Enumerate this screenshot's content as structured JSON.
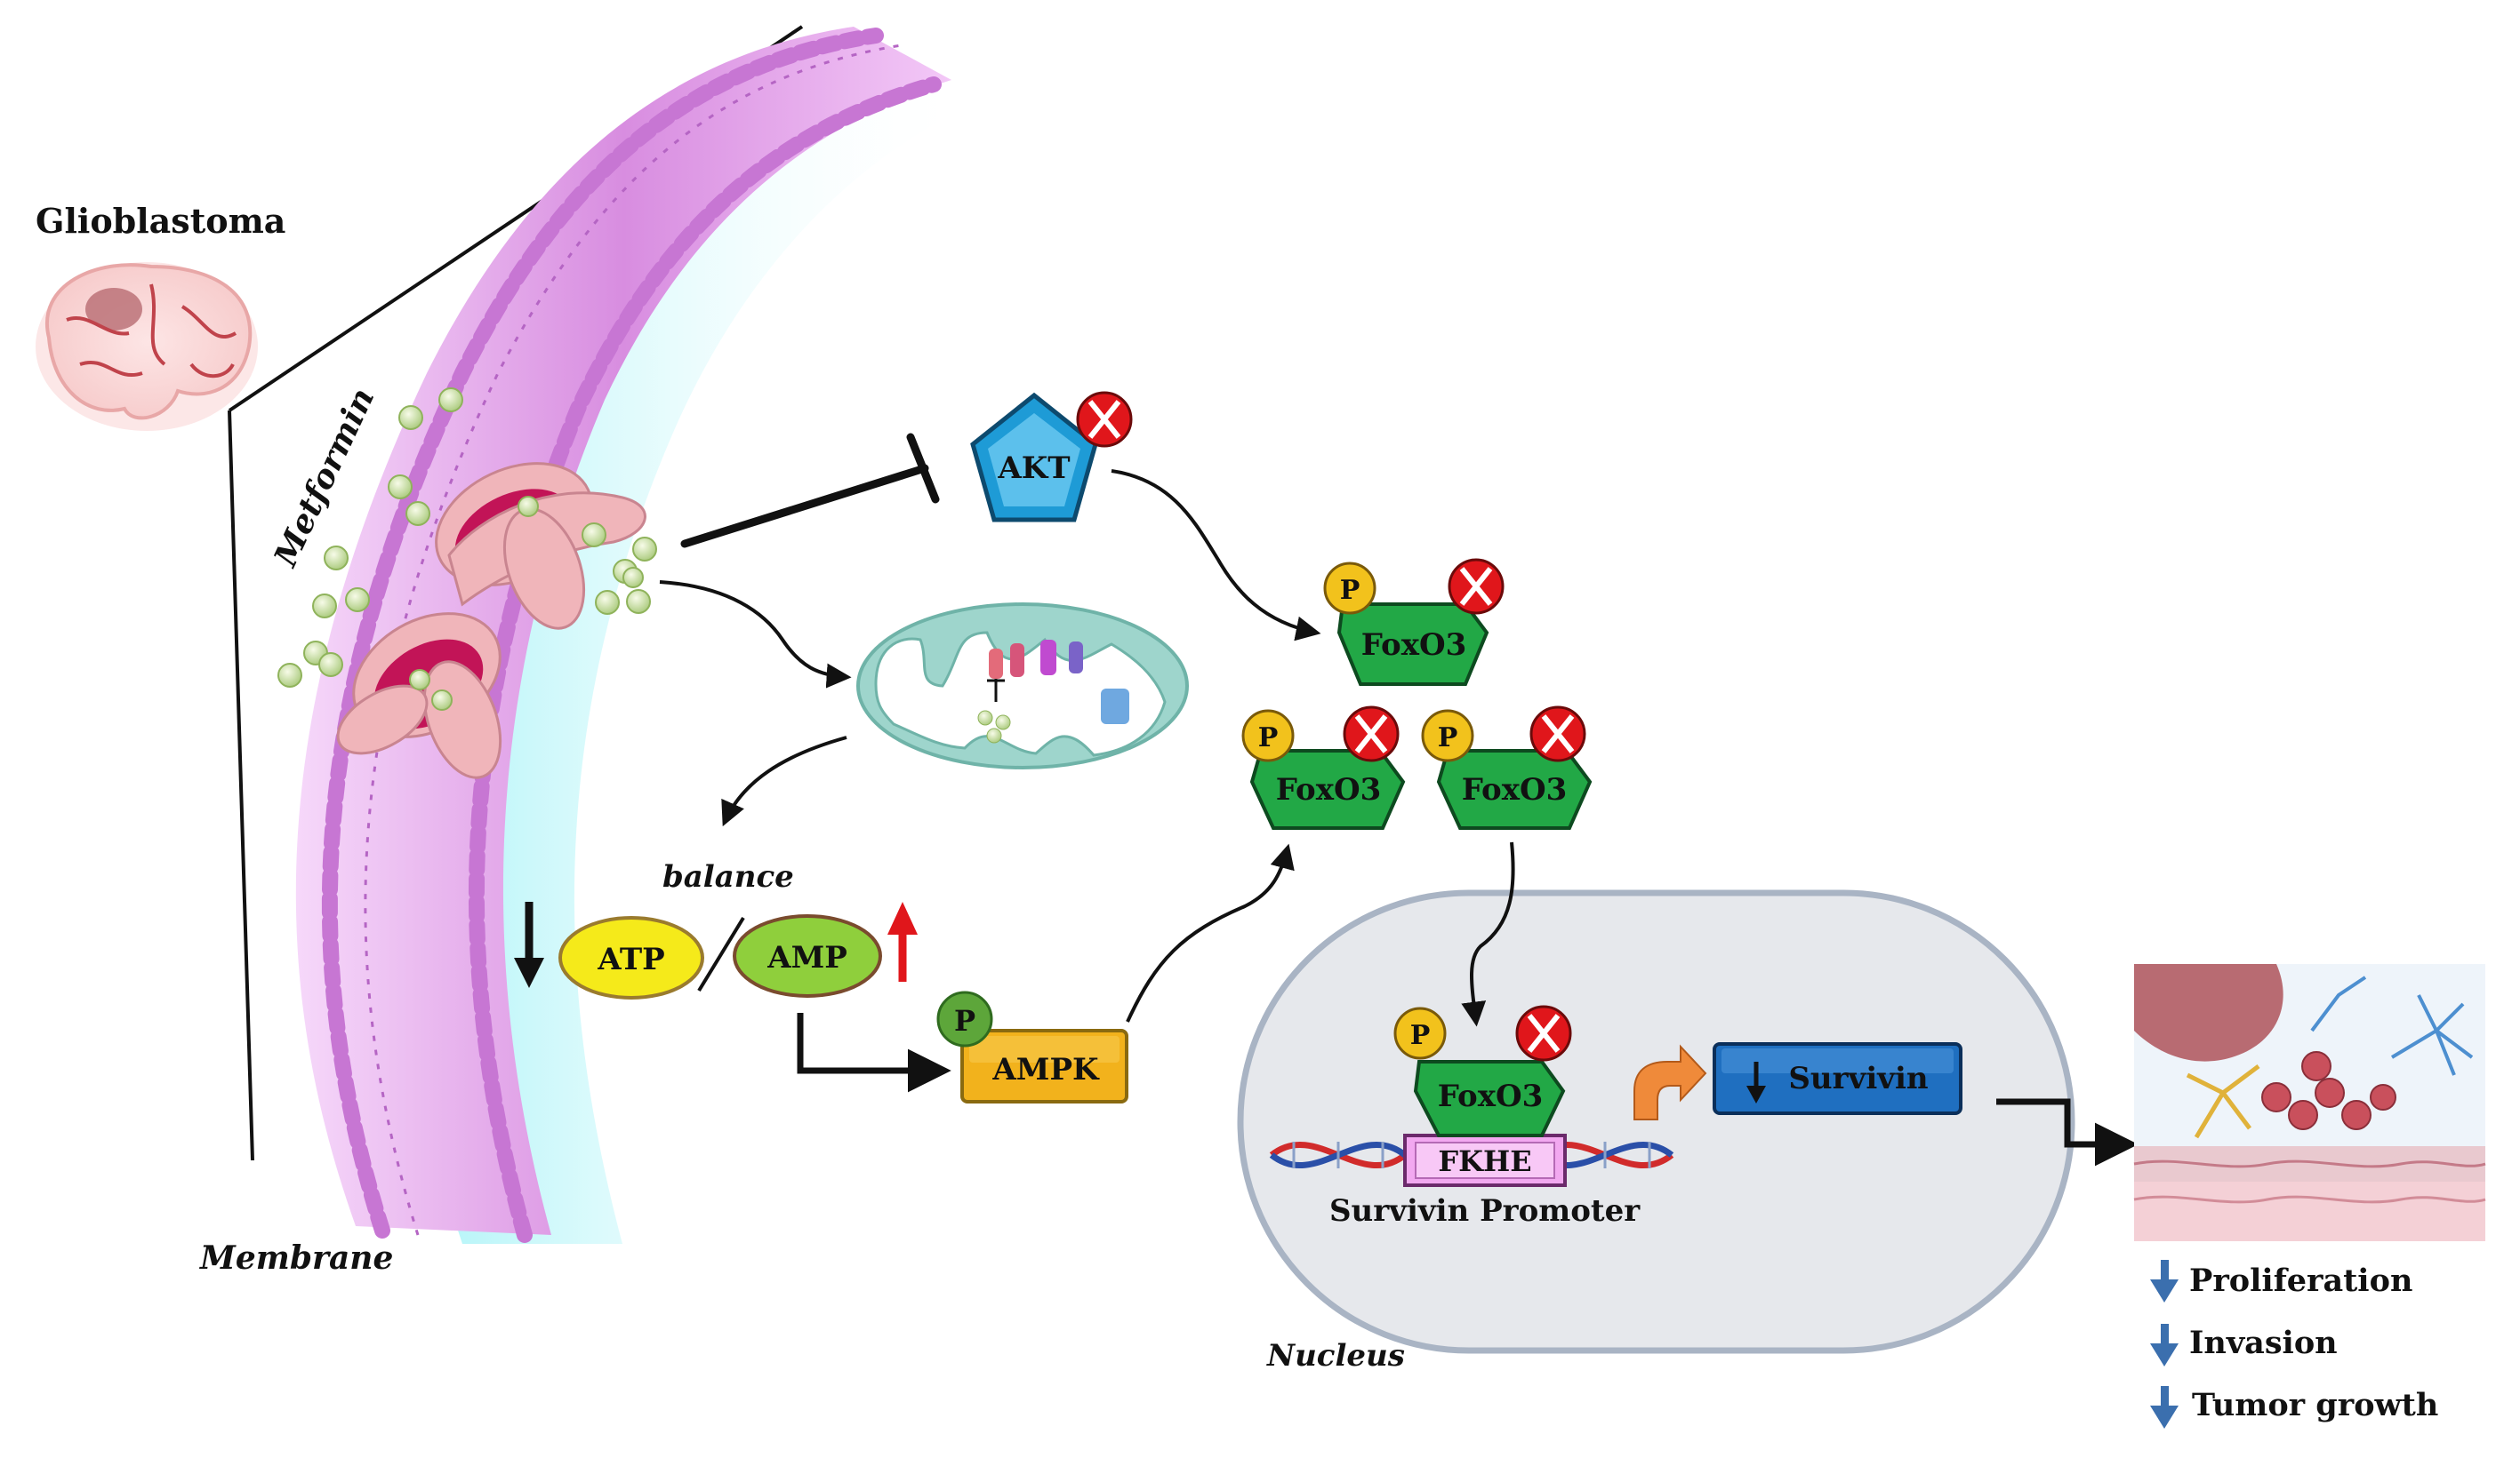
{
  "title": "Glioblastoma",
  "labels": {
    "metformin": "Metformin",
    "membrane": "Membrane",
    "balance": "balance",
    "nucleus": "Nucleus",
    "promoter": "Survivin Promoter"
  },
  "nodes": {
    "akt": "AKT",
    "foxo3_1": "FoxO3",
    "foxo3_2": "FoxO3",
    "foxo3_3": "FoxO3",
    "foxo3_nucleus": "FoxO3",
    "phospho": "P",
    "atp": "ATP",
    "amp": "AMP",
    "ampk": "AMPK",
    "fkhe": "FKHE",
    "survivin": "Survivin"
  },
  "outcomes": [
    {
      "label": "Proliferation"
    },
    {
      "label": "Invasion"
    },
    {
      "label": "Tumor growth"
    }
  ],
  "colors": {
    "akt": "#1e9bd6",
    "foxo3": "#22a846",
    "ampk": "#f2b21c",
    "atp": "#f5ea1a",
    "amp": "#8fcf3c",
    "survivin": "#1f6fc0",
    "fkhe": "#f2a8f0",
    "membrane": "#d88de0",
    "nucleus": "#e6e8ec",
    "inhibit": "#e0161b"
  }
}
